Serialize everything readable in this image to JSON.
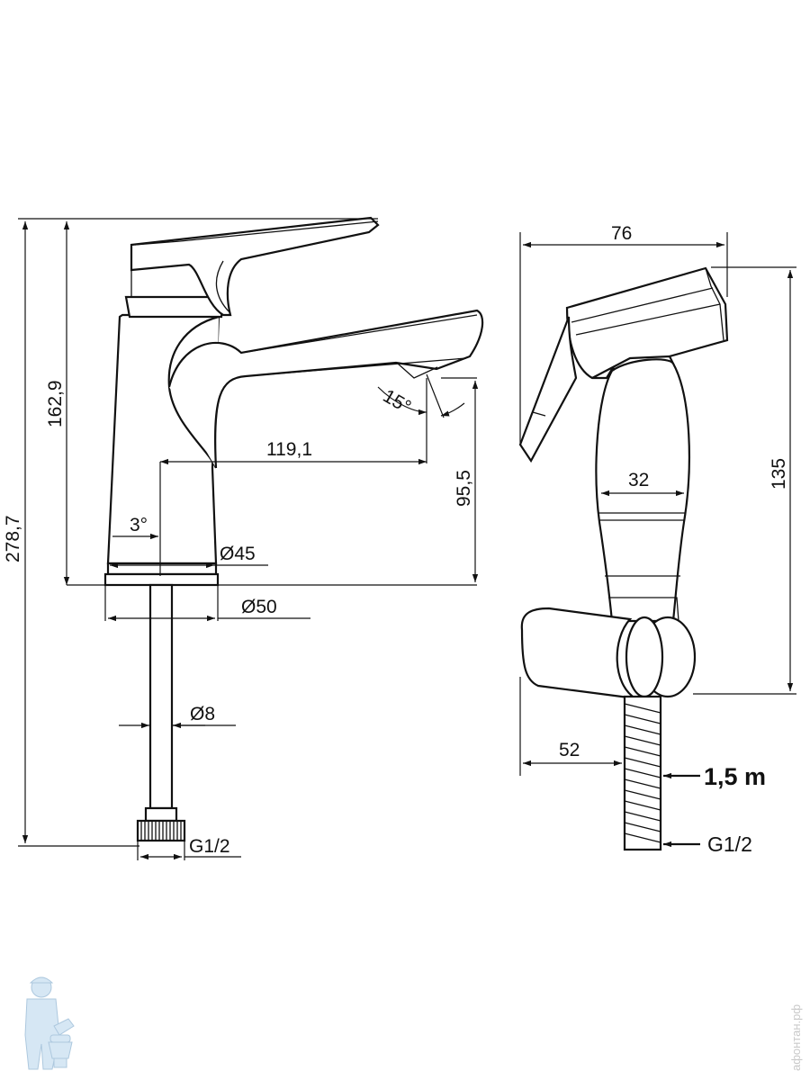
{
  "left_view": {
    "overall_height": "278,7",
    "body_height": "162,9",
    "spout_reach": "119,1",
    "spout_height": "95,5",
    "spout_angle": "15°",
    "body_taper_angle": "3°",
    "base_diameter_top": "Ø45",
    "base_diameter_bottom": "Ø50",
    "hose_diameter": "Ø8",
    "connection_thread": "G1/2"
  },
  "right_view": {
    "sprayer_width": "76",
    "sprayer_height": "135",
    "handle_diameter": "32",
    "holder_depth": "52",
    "hose_length": "1,5 m",
    "connection_thread": "G1/2"
  },
  "watermark": {
    "text": "афонтан.рф",
    "mascot_icon": "plumber-mascot-icon"
  }
}
